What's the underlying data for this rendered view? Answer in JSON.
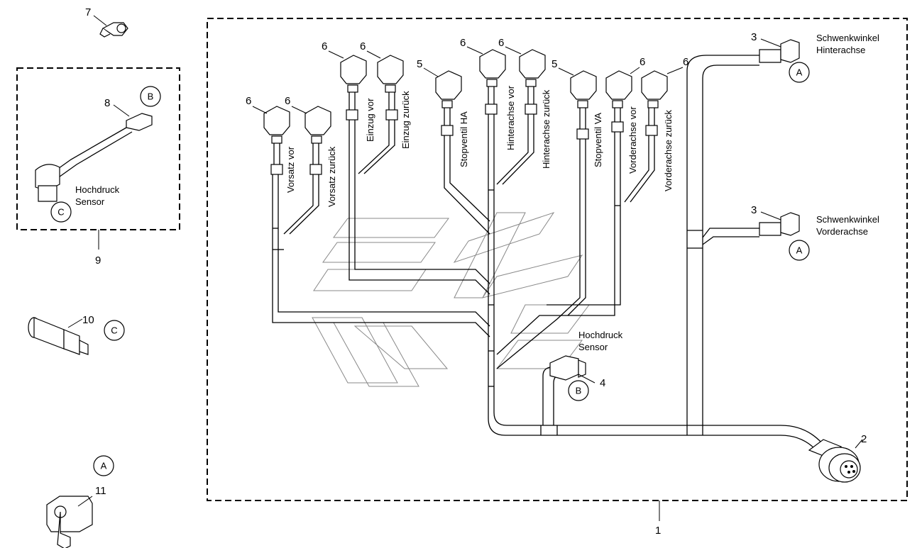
{
  "items": {
    "n1": "1",
    "n2": "2",
    "n3a": "3",
    "n3b": "3",
    "n4": "4",
    "n5a": "5",
    "n5b": "5",
    "n6a": "6",
    "n6b": "6",
    "n6c": "6",
    "n6d": "6",
    "n6e": "6",
    "n6f": "6",
    "n6g": "6",
    "n6h": "6",
    "n7": "7",
    "n8": "8",
    "n9": "9",
    "n10": "10",
    "n11": "11"
  },
  "labels": {
    "vorsatz_vor": "Vorsatz vor",
    "vorsatz_zurueck": "Vorsatz zurück",
    "einzug_vor": "Einzug vor",
    "einzug_zurueck": "Einzug zurück",
    "stopventil_ha": "Stopventil HA",
    "hinterachse_vor": "Hinterachse vor",
    "hinterachse_zurueck": "Hinterachse zurück",
    "stopventil_va": "Stopventil VA",
    "vorderachse_vor": "Vorderachse vor",
    "vorderachse_zurueck": "Vorderachse zurück",
    "schwenk_hinter_1": "Schwenkwinkel",
    "schwenk_hinter_2": "Hinterachse",
    "schwenk_vorder_1": "Schwenkwinkel",
    "schwenk_vorder_2": "Vorderachse",
    "hochdruck_1": "Hochdruck",
    "hochdruck_2": "Sensor",
    "hochdruck_box_1": "Hochdruck",
    "hochdruck_box_2": "Sensor"
  },
  "refs": {
    "a1": "A",
    "a2": "A",
    "a3": "A",
    "b1": "B",
    "b2": "B",
    "c1": "C",
    "c2": "C"
  }
}
